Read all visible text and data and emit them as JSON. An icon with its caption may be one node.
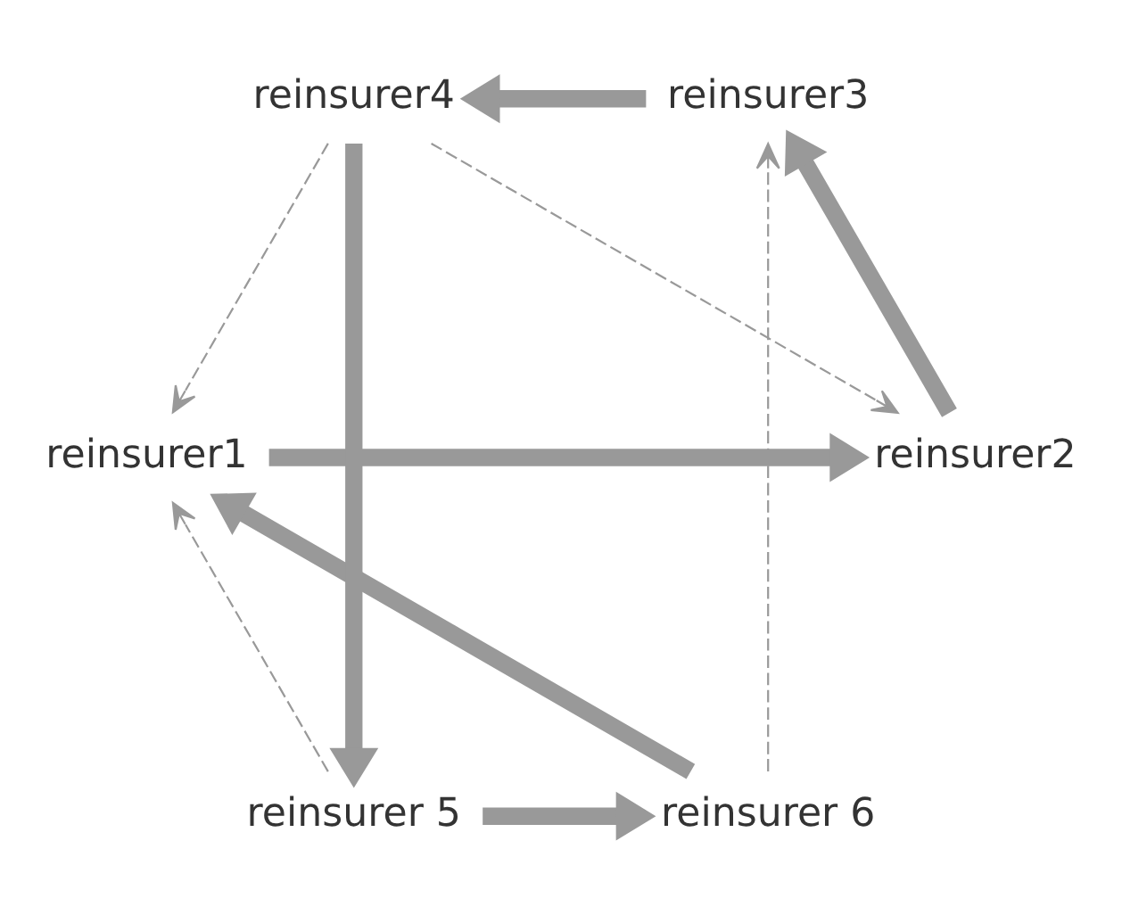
{
  "diagram": {
    "nodes": [
      {
        "text": [
          "reinsurer 5"
        ]
      },
      {
        "text": [
          "reinsurer 6"
        ]
      },
      {
        "text": [
          "reinsurer4"
        ]
      },
      {
        "text": [
          "reinsurer1"
        ]
      },
      {
        "text": [
          "reinsurer3"
        ]
      },
      {
        "text": [
          "reinsurer2"
        ]
      }
    ],
    "edges": [
      {
        "from": 0,
        "to": 1,
        "arrow": "to"
      },
      {
        "from": 1,
        "to": 3,
        "arrow": "to"
      },
      {
        "from": 3,
        "to": 5,
        "arrow": "to"
      },
      {
        "from": 5,
        "to": 4,
        "arrow": "to"
      },
      {
        "from": 4,
        "to": 2,
        "arrow": "to"
      },
      {
        "from": 2,
        "to": 0,
        "arrow": "to"
      },
      {
        "from": 0,
        "to": 3,
        "arrow": "to",
        "style": "dashed"
      },
      {
        "from": 2,
        "to": 3,
        "arrow": "to",
        "style": "dashed"
      },
      {
        "from": 2,
        "to": 5,
        "arrow": "to",
        "style": "dashed"
      },
      {
        "from": 1,
        "to": 4,
        "arrow": "to",
        "style": "dashed"
      }
    ]
  }
}
